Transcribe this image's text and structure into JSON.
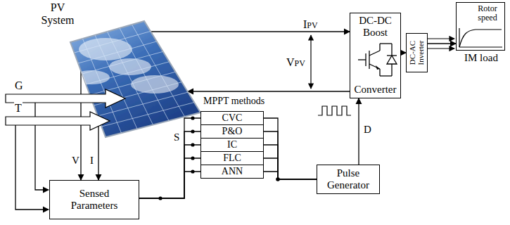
{
  "diagram": {
    "nodes": [
      {
        "text": [
          "PV System"
        ]
      },
      {
        "text": [
          "DC-DC Boost",
          "Converter"
        ]
      },
      {
        "text": [
          "DC-AC Inverter"
        ]
      },
      {
        "text": [
          "Rotor speed",
          "IM load"
        ]
      },
      {
        "text": [
          "CVC"
        ]
      },
      {
        "text": [
          "P&O"
        ]
      },
      {
        "text": [
          "IC"
        ]
      },
      {
        "text": [
          "FLC"
        ]
      },
      {
        "text": [
          "ANN"
        ]
      },
      {
        "text": [
          "Pulse Generator"
        ]
      },
      {
        "text": [
          "Sensed Parameters"
        ]
      }
    ],
    "edges": [
      {
        "from": 0,
        "to": 1,
        "arrow": "to",
        "label": "IPV"
      },
      {
        "from": 1,
        "to": 0,
        "arrow": "to"
      },
      {
        "from": 1,
        "to": 2,
        "arrow": "to"
      },
      {
        "from": 2,
        "to": 3,
        "arrow": "to"
      },
      {
        "from": 9,
        "to": 1,
        "arrow": "to",
        "label": "D"
      },
      {
        "from": 0,
        "to": 10,
        "arrow": "to",
        "label": "V"
      },
      {
        "from": 0,
        "to": 10,
        "arrow": "to",
        "label": "I"
      },
      {
        "from": 10,
        "to": 4,
        "arrow": "none"
      },
      {
        "from": 10,
        "to": 5,
        "arrow": "none"
      },
      {
        "from": 10,
        "to": 6,
        "arrow": "none"
      },
      {
        "from": 10,
        "to": 7,
        "arrow": "none"
      },
      {
        "from": 10,
        "to": 8,
        "arrow": "none"
      },
      {
        "from": 4,
        "to": 9,
        "arrow": "none"
      },
      {
        "from": 5,
        "to": 9,
        "arrow": "none"
      },
      {
        "from": 6,
        "to": 9,
        "arrow": "none"
      },
      {
        "from": 7,
        "to": 9,
        "arrow": "none"
      },
      {
        "from": 8,
        "to": 9,
        "arrow": "none"
      }
    ],
    "labels": [
      "G",
      "T",
      "VPV",
      "MPPT methods",
      "S"
    ]
  }
}
